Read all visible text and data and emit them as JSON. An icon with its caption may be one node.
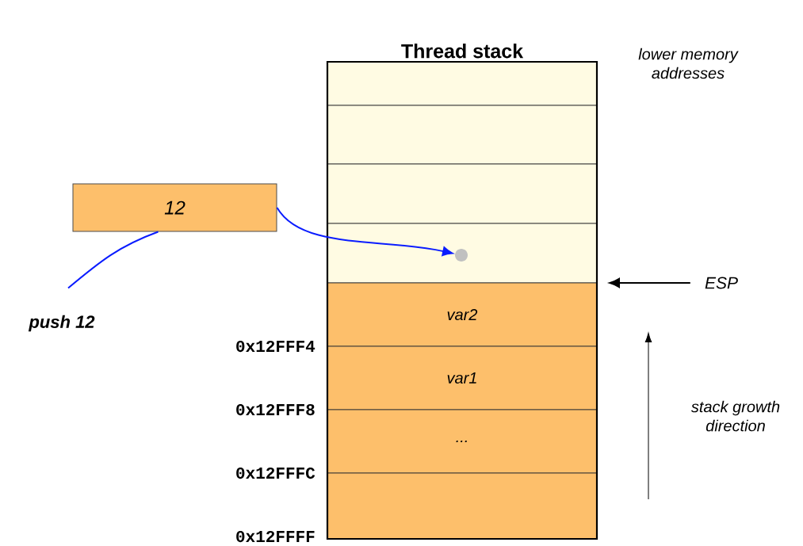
{
  "diagram": {
    "title": "Thread stack",
    "nodes": [
      {
        "text": [],
        "shape": "box"
      },
      {
        "text": [],
        "shape": "box",
        "in": 0
      },
      {
        "text": [],
        "shape": "box",
        "in": 0
      },
      {
        "text": [],
        "shape": "box",
        "in": 0
      },
      {
        "text": [],
        "shape": "box",
        "in": 0
      },
      {
        "text": [
          "var2"
        ],
        "in": 0
      },
      {
        "text": [
          "var1"
        ],
        "in": 0
      },
      {
        "text": [
          "..."
        ],
        "in": 0
      },
      {
        "text": [],
        "shape": "box",
        "in": 0
      },
      {
        "text": [
          "12"
        ]
      },
      {
        "text": [],
        "shape": "circle",
        "in": 4
      },
      {
        "text": [
          "push 12"
        ]
      },
      {
        "text": [
          "ESP"
        ]
      }
    ],
    "edges": [
      {
        "from": 11,
        "to": 9,
        "arrow": "none"
      },
      {
        "from": 9,
        "to": 10,
        "arrow": "to"
      },
      {
        "from": 12,
        "to": null,
        "arrow": "to",
        "color": "#000000"
      }
    ],
    "labels": [
      "lower memory addresses",
      "0x12FFF4",
      "0x12FFF8",
      "0x12FFFC",
      "0x12FFFF",
      "stack growth direction"
    ]
  }
}
